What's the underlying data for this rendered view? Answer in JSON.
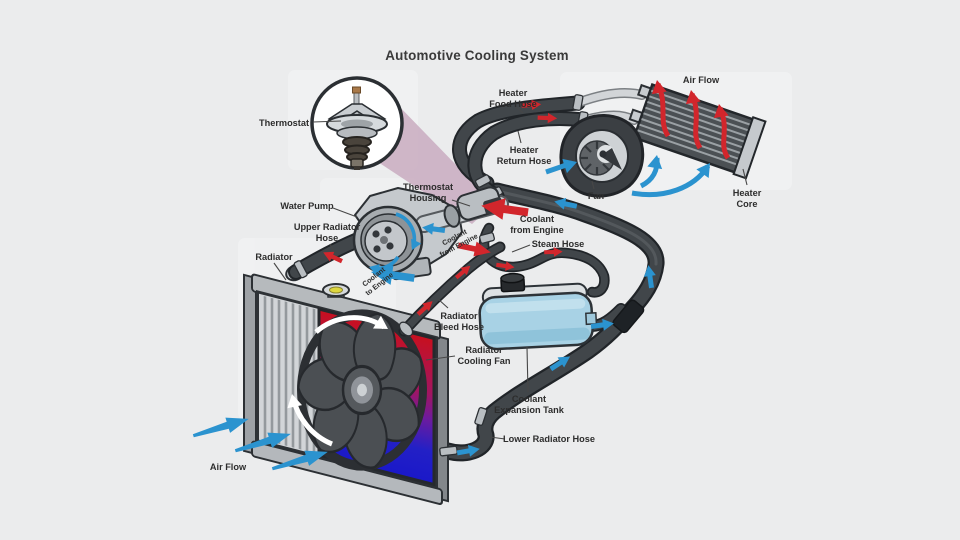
{
  "title": "Automotive Cooling System",
  "colors": {
    "background": "#ebeced",
    "panel": "#f2f3f3",
    "hose_dark": "#41464a",
    "metal_silver": "#c7cbcf",
    "arrow_red": "#d2262c",
    "arrow_blue": "#2b93cf",
    "tank_blue": "#a8d2e5",
    "callout_pink": "#c9abc0",
    "radiator_hot": "#c8101e",
    "radiator_cold": "#1a18c9",
    "label_text": "#2d2d2d"
  },
  "labels": {
    "thermostat": "Thermostat",
    "heater_food_hose": [
      "Heater",
      "Food Hose"
    ],
    "heater_return_hose": [
      "Heater",
      "Return Hose"
    ],
    "air_flow_top": "Air Flow",
    "fan": "Fan",
    "heater_core": [
      "Heater",
      "Core"
    ],
    "thermostat_housing": [
      "Thermostat",
      "Housing"
    ],
    "coolant_from_engine": [
      "Coolant",
      "from Engine"
    ],
    "coolant_from_engine_small": [
      "Coolant",
      "from Engine"
    ],
    "steam_hose": "Steam Hose",
    "water_pump": "Water Pump",
    "upper_radiator_hose": [
      "Upper Radiator",
      "Hose"
    ],
    "radiator": "Radiator",
    "coolant_to_engine_small": [
      "Coolant",
      "to Engine"
    ],
    "radiator_bleed_hose": [
      "Radiator",
      "Bleed Hose"
    ],
    "radiator_cooling_fan": [
      "Radiator",
      "Cooling Fan"
    ],
    "coolant_expansion_tank": [
      "Coolant",
      "Expansion Tank"
    ],
    "lower_radiator_hose": "Lower Radiator Hose",
    "air_flow_bottom": "Air Flow"
  }
}
